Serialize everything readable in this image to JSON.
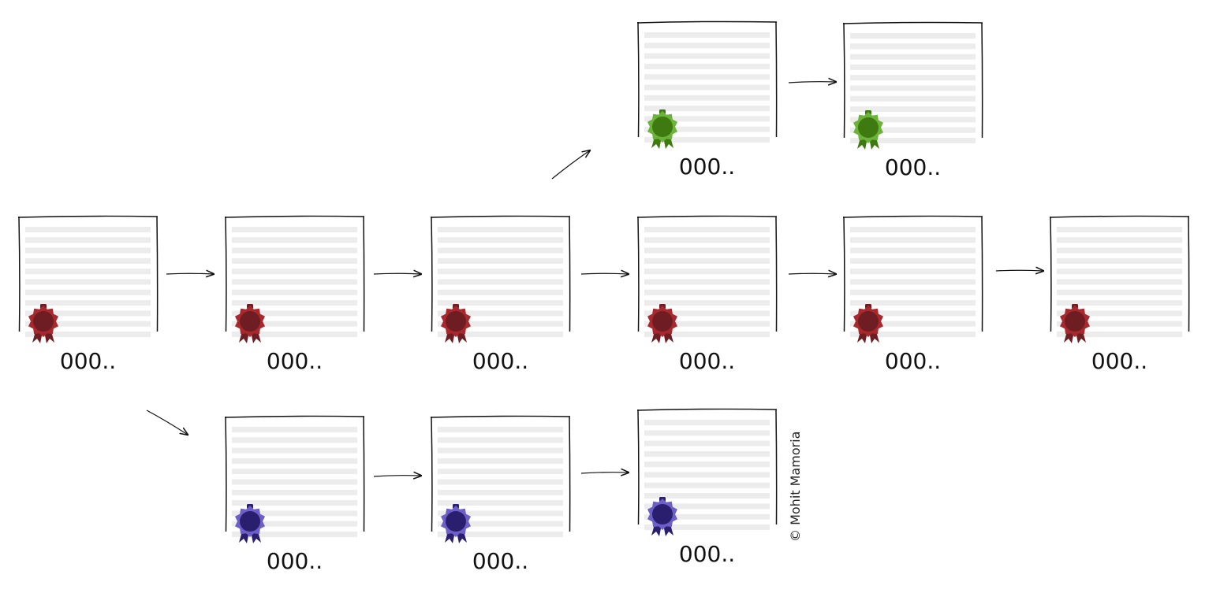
{
  "diagram": {
    "seal_colors": {
      "red": {
        "outer": "#a8282d",
        "inner": "#6e1e22",
        "ribbon": "#6e1e22"
      },
      "green": {
        "outer": "#6bb33a",
        "inner": "#3f7a10",
        "ribbon": "#3f7a10"
      },
      "purple": {
        "outer": "#6c5fc7",
        "inner": "#2a1f6e",
        "ribbon": "#2a1f6e"
      }
    },
    "line_color": "#111111",
    "text_line_color": "#ececec",
    "cards": [
      {
        "id": "main-1",
        "label": "000..",
        "seal": "red"
      },
      {
        "id": "main-2",
        "label": "000..",
        "seal": "red"
      },
      {
        "id": "main-3",
        "label": "000..",
        "seal": "red"
      },
      {
        "id": "main-4",
        "label": "000..",
        "seal": "red"
      },
      {
        "id": "main-5",
        "label": "000..",
        "seal": "red"
      },
      {
        "id": "main-6",
        "label": "000..",
        "seal": "red"
      },
      {
        "id": "top-1",
        "label": "000..",
        "seal": "green"
      },
      {
        "id": "top-2",
        "label": "000..",
        "seal": "green"
      },
      {
        "id": "bottom-1",
        "label": "000..",
        "seal": "purple"
      },
      {
        "id": "bottom-2",
        "label": "000..",
        "seal": "purple"
      },
      {
        "id": "bottom-3",
        "label": "000..",
        "seal": "purple"
      }
    ],
    "credit": "© Mohit Mamoria"
  }
}
